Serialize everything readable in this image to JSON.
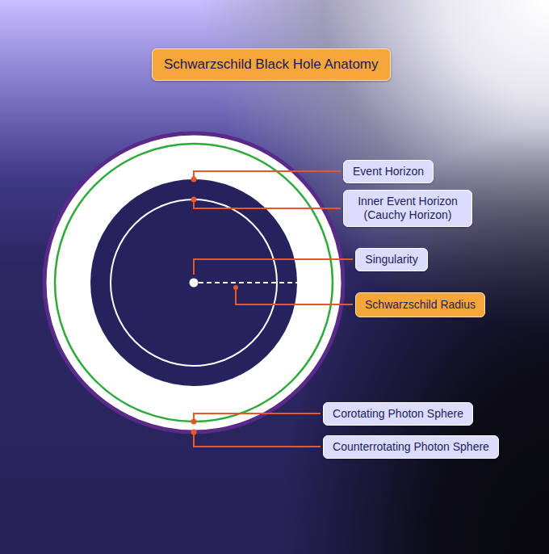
{
  "diagram": {
    "title": "Schwarzschild Black Hole Anatomy",
    "nodes": [
      {
        "text": [
          "Event Horizon"
        ]
      },
      {
        "text": [
          "Inner Event Horizon (Cauchy Horizon)"
        ]
      },
      {
        "text": [
          "Singularity"
        ]
      },
      {
        "text": [
          "Schwarzschild Radius"
        ]
      },
      {
        "text": [
          "Corotating Photon Sphere"
        ]
      },
      {
        "text": [
          "Counterrotating Photon Sphere"
        ]
      }
    ]
  }
}
